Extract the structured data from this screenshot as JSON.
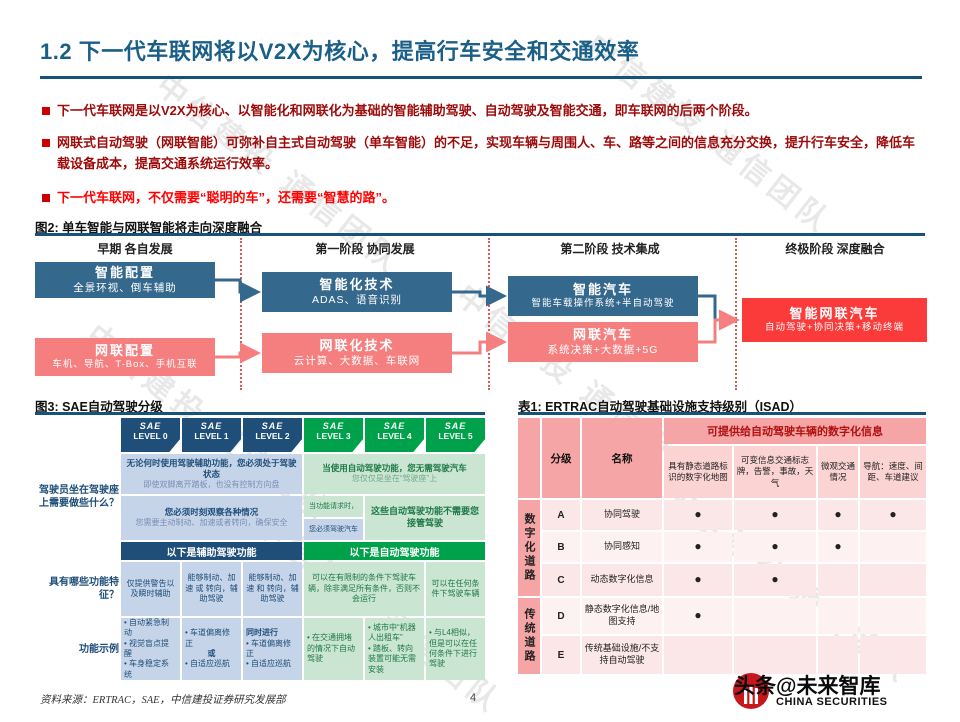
{
  "colors": {
    "accent_blue": "#17527a",
    "title_blue": "#1a5f88",
    "box_blue": "#34688c",
    "box_pink": "#f57f7f",
    "box_red": "#fb3a3a",
    "sae_blue": "#1f4e79",
    "sae_green": "#00a14b",
    "bullet_dark_red": "#9c0a0a",
    "bullet_bright_red": "#fe0000",
    "table_pink": "#f5a5a5"
  },
  "page": {
    "title": "1.2 下一代车联网将以V2X为核心，提高行车安全和交通效率",
    "watermark_text": "中信建投 通信团队",
    "footer": {
      "source": "资料来源：ERTRAC，SAE，中信建投证券研究发展部",
      "page_number": "4"
    },
    "logo": {
      "overlay_watermark": "头条@未来智库",
      "en_name": "CHINA SECURITIES"
    }
  },
  "bullets": [
    {
      "text": "下一代车联网是以V2X为核心、以智能化和网联化为基础的智能辅助驾驶、自动驾驶及智能交通，即车联网的后两个阶段。"
    },
    {
      "text": "网联式自动驾驶（网联智能）可弥补自主式自动驾驶（单车智能）的不足，实现车辆与周围人、车、路等之间的信息充分交换，提升行车安全，降低车载设备成本，提高交通系统运行效率。"
    },
    {
      "text": "下一代车联网，不仅需要“聪明的车”，还需要“智慧的路”。"
    }
  ],
  "figure2": {
    "caption": "图2: 单车智能与网联智能将走向深度融合",
    "stages": [
      "早期 各自发展",
      "第一阶段 协同发展",
      "第二阶段 技术集成",
      "终极阶段 深度融合"
    ],
    "boxes": {
      "smart_config": {
        "title": "智能配置",
        "subtitle": "全景环视、倒车辅助"
      },
      "connected_config": {
        "title": "网联配置",
        "subtitle": "车机、导航、T-Box、手机互联"
      },
      "smart_tech": {
        "title": "智能化技术",
        "subtitle": "ADAS、语音识别"
      },
      "connected_tech": {
        "title": "网联化技术",
        "subtitle": "云计算、大数据、车联网"
      },
      "smart_car": {
        "title": "智能汽车",
        "subtitle": "智能车载操作系统+半自动驾驶"
      },
      "connected_car": {
        "title": "网联汽车",
        "subtitle": "系统决策+大数据+5G"
      },
      "icv": {
        "title": "智能网联汽车",
        "subtitle": "自动驾驶+协同决策+移动终端"
      }
    }
  },
  "figure3": {
    "caption": "图3: SAE自动驾驶分级",
    "sae_label": "SAE",
    "levels": [
      "LEVEL 0",
      "LEVEL 1",
      "LEVEL 2",
      "LEVEL 3",
      "LEVEL 4",
      "LEVEL 5"
    ],
    "row_labels": [
      "驾驶员坐在驾驶座上需要做些什么？",
      "具有哪些功能特征？",
      "功能示例"
    ],
    "what1": {
      "assist_1": "无论何时使用驾驶辅助功能，您必须处于驾驶状态",
      "assist_2": "即使双脚离开踏板，也没有控制方向盘",
      "auto_1": "当使用自动驾驶功能，您无需驾驶汽车",
      "auto_2": "您仅仅是坐在“驾驶座”上"
    },
    "what2": {
      "assist_1": "您必须时刻观察各种情况",
      "assist_2": "您需要主动制动、加速或者转向，确保安全",
      "l3_top": "当功能请求时，",
      "l3_bottom": "您必须驾驶汽车",
      "l45": "这些自动驾驶功能不需要您接管驾驶"
    },
    "bands": {
      "assist": "以下是辅助驾驶功能",
      "auto": "以下是自动驾驶功能"
    },
    "features": {
      "l0": "仅提供警告以及瞬时辅助",
      "l1": "能够制动、加速 或 转向，辅助驾驶",
      "l2": "能够制动、加速 和 转向，辅助驾驶",
      "l34": "可以在有限制的条件下驾驶车辆，除非满足所有条件，否则不会运行",
      "l5": "可以在任何条件下驾驶车辆"
    },
    "examples": {
      "l0": [
        "自动紧急制动",
        "视觉盲点提醒",
        "车身稳定系统"
      ],
      "l1": {
        "a": "车道偏离修正",
        "conj": "或",
        "b": "自适应巡航"
      },
      "l2": {
        "head": "同时进行",
        "a": "车道偏离修正",
        "b": "自适应巡航"
      },
      "l3": "在交通拥堵的情况下自动驾驶",
      "l4": [
        "城市中“机器人出租车”",
        "踏板、转向装置可能无需安装"
      ],
      "l5": "与L4相似，但是可以在任何条件下进行驾驶"
    }
  },
  "table1": {
    "caption": "表1: ERTRAC自动驾驶基础设施支持级别（ISAD）",
    "span_header": "可提供给自动驾驶车辆的数字化信息",
    "headers": {
      "grade": "分级",
      "name": "名称"
    },
    "sub_headers": [
      "具有静态道路标识的数字化地图",
      "可变信息交通标志牌，告警，事故，天气",
      "微观交通情况",
      "导航：速度、间距、车道建议"
    ],
    "groups": [
      "数字化道路",
      "传统道路"
    ],
    "rows": [
      {
        "grade": "A",
        "name": "协同驾驶",
        "d": [
          "●",
          "●",
          "●",
          "●"
        ]
      },
      {
        "grade": "B",
        "name": "协同感知",
        "d": [
          "●",
          "●",
          "●",
          ""
        ]
      },
      {
        "grade": "C",
        "name": "动态数字化信息",
        "d": [
          "●",
          "●",
          "",
          ""
        ]
      },
      {
        "grade": "D",
        "name": "静态数字化信息/地图支持",
        "d": [
          "●",
          "",
          "",
          ""
        ]
      },
      {
        "grade": "E",
        "name": "传统基础设施/不支持自动驾驶",
        "d": [
          "",
          "",
          "",
          ""
        ]
      }
    ]
  }
}
